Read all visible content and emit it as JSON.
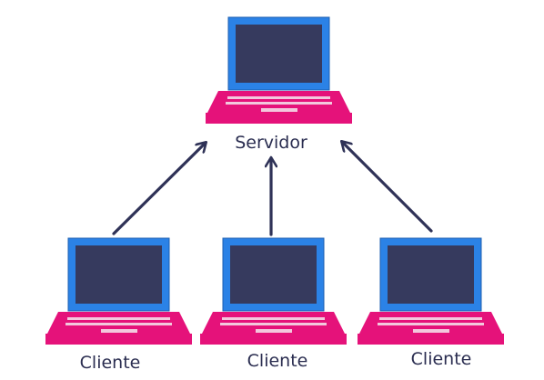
{
  "server": {
    "label": "Servidor"
  },
  "clients": [
    {
      "label": "Cliente"
    },
    {
      "label": "Cliente"
    },
    {
      "label": "Cliente"
    }
  ],
  "colors": {
    "screen_frame": "#2b82e6",
    "screen_display": "#363a5e",
    "laptop_base": "#e5127a",
    "keyboard_keys": "#f2c8dd",
    "arrow": "#2f3257",
    "label_text": "#2a2d50"
  }
}
